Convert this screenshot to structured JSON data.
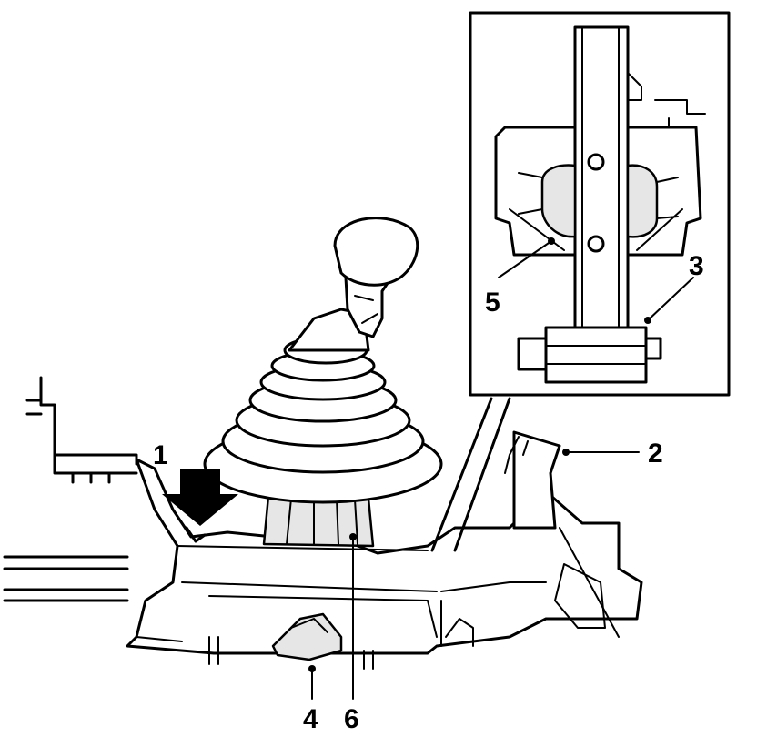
{
  "callouts": [
    {
      "id": "1",
      "label": "1"
    },
    {
      "id": "2",
      "label": "2"
    },
    {
      "id": "3",
      "label": "3"
    },
    {
      "id": "4",
      "label": "4"
    },
    {
      "id": "5",
      "label": "5"
    },
    {
      "id": "6",
      "label": "6"
    }
  ],
  "colors": {
    "ink": "#000000",
    "paper": "#ffffff",
    "shade": "#e6e6e6"
  }
}
